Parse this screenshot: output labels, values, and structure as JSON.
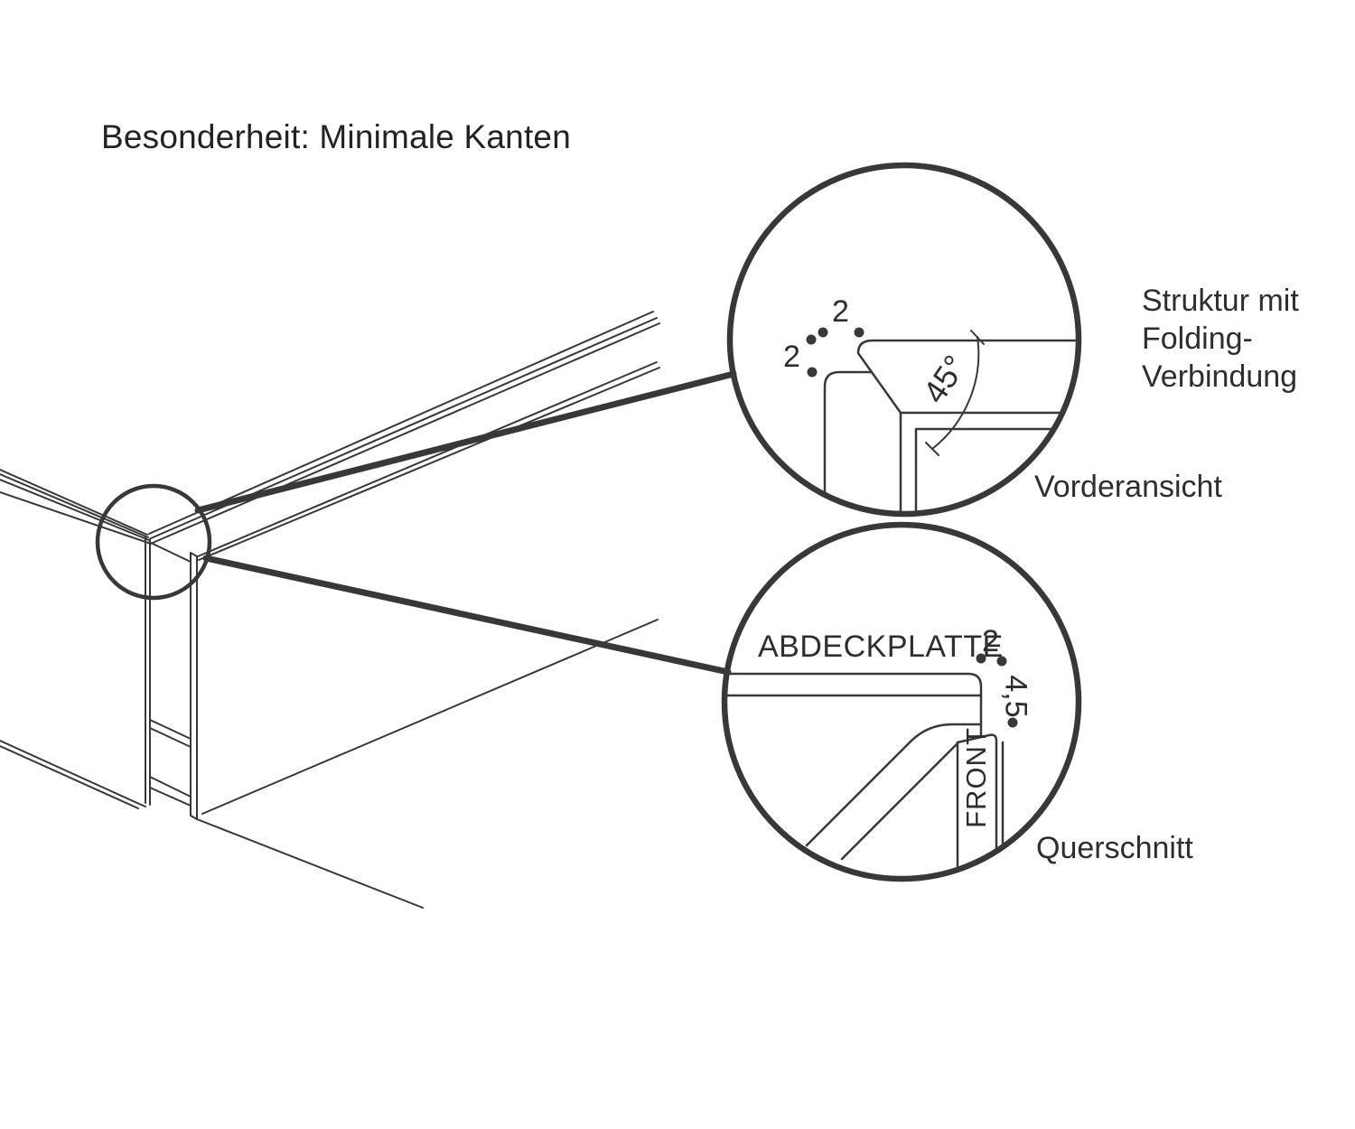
{
  "title": "Besonderheit: Minimale Kanten",
  "colors": {
    "background": "#ffffff",
    "line": "#383838",
    "text": "#2e2e2e"
  },
  "annotations": {
    "structure_note": "Struktur mit\nFolding-\nVerbindung",
    "front_view_label": "Vorderansicht",
    "cross_section_label": "Querschnitt"
  },
  "front_view_detail": {
    "dim_top": "2",
    "dim_left": "2",
    "angle": "45°"
  },
  "cross_section_detail": {
    "plate_label": "ABDECKPLATTE",
    "thickness": "2",
    "edge_height": "4,5",
    "front_label": "FRONT"
  }
}
